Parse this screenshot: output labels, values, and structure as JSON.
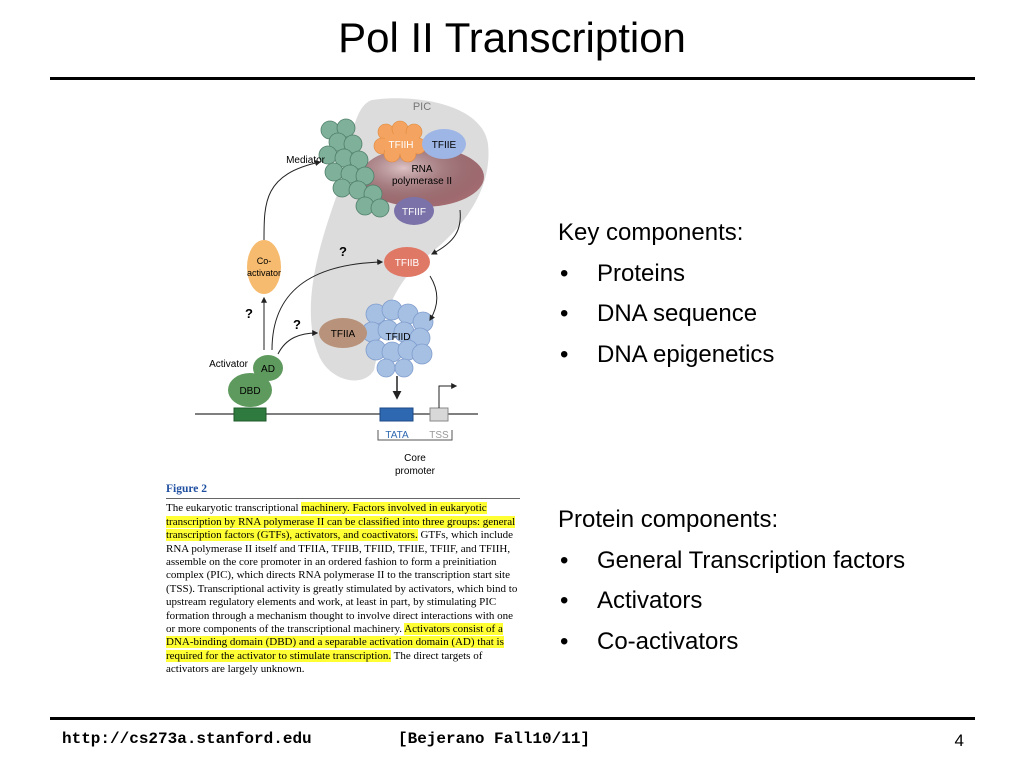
{
  "slide": {
    "title": "Pol II Transcription",
    "page_number": "4"
  },
  "footer": {
    "url": "http://cs273a.stanford.edu",
    "course": "[Bejerano Fall10/11]"
  },
  "diagram": {
    "pic_label": "PIC",
    "mediator": "Mediator",
    "tfiih": "TFIIH",
    "tfiie": "TFIIE",
    "rnap_line1": "RNA",
    "rnap_line2": "polymerase II",
    "tfiif": "TFIIF",
    "tfiib": "TFIIB",
    "tfiia": "TFIIA",
    "tfiid": "TFIID",
    "coactivator_line1": "Co-",
    "coactivator_line2": "activator",
    "activator": "Activator",
    "ad": "AD",
    "dbd": "DBD",
    "question": "?",
    "tata": "TATA",
    "tss": "TSS",
    "core_line1": "Core",
    "core_line2": "promoter"
  },
  "caption": {
    "figure_label": "Figure 2",
    "t1": "The eukaryotic transcriptional ",
    "h1": "machinery. Factors involved in eukaryotic transcription by RNA polymerase II can be classified into three groups: general transcription factors (GTFs), activators, and coactivators.",
    "t2": " GTFs, which include RNA polymerase II itself and TFIIA, TFIIB, TFIID, TFIIE, TFIIF, and TFIIH, assemble on the core promoter in an ordered fashion to form a preinitiation complex (PIC), which directs RNA polymerase II to the transcription start site (TSS). Transcriptional activity is greatly stimulated by activators, which bind to upstream regulatory elements and work, at least in part, by stimulating PIC formation through a mechanism thought to involve direct interactions with one or more components of the transcriptional machinery. ",
    "h2": "Activators consist of a DNA-binding domain (DBD) and a separable activation domain (AD) that is required for the activator to stimulate transcription.",
    "t3": " The direct targets of activators are largely unknown."
  },
  "key_components": {
    "heading": "Key components:",
    "items": [
      "Proteins",
      "DNA sequence",
      "DNA epigenetics"
    ]
  },
  "protein_components": {
    "heading": "Protein components:",
    "items": [
      "General Transcription factors",
      "Activators",
      "Co-activators"
    ]
  },
  "bullet_char": "•",
  "colors": {
    "highlight": "#ffff33",
    "figure_label": "#1f4fa0",
    "pic_bg": "#dcdcdc",
    "tfiih": "#f4a460",
    "tfiie": "#9db6e6",
    "rnap": "#b5787e",
    "tfiif": "#7a72a8",
    "tfiib": "#e07866",
    "tfiia": "#b8927a",
    "tfiid": "#a6c0e4",
    "mediator": "#7fb09a",
    "coactivator": "#f6bb6e",
    "activator": "#5e9a5e",
    "tata": "#2e68b0"
  }
}
